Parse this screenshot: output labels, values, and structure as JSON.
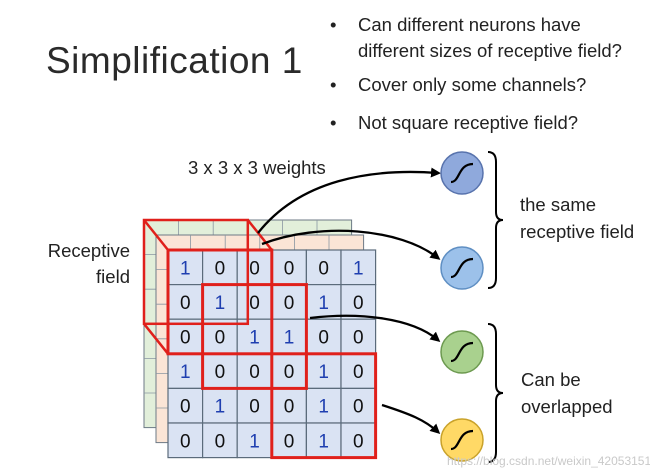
{
  "title": "Simplification 1",
  "bullets": [
    "Can different neurons have",
    "different sizes of receptive field?",
    "Cover only some channels?",
    "Not square receptive field?"
  ],
  "bullet_marker": "•",
  "weights_label": "3 x 3 x 3 weights",
  "receptive_label_1": "Receptive",
  "receptive_label_2": "field",
  "group1_label_1": "the same",
  "group1_label_2": "receptive field",
  "group2_label_1": "Can be",
  "group2_label_2": "overlapped",
  "watermark": "https://blog.csdn.net/weixin_42053151",
  "grid": [
    [
      "1",
      "0",
      "0",
      "0",
      "0",
      "1"
    ],
    [
      "0",
      "1",
      "0",
      "0",
      "1",
      "0"
    ],
    [
      "0",
      "0",
      "1",
      "1",
      "0",
      "0"
    ],
    [
      "1",
      "0",
      "0",
      "0",
      "1",
      "0"
    ],
    [
      "0",
      "1",
      "0",
      "0",
      "1",
      "0"
    ],
    [
      "0",
      "0",
      "1",
      "0",
      "1",
      "0"
    ]
  ],
  "neurons": [
    {
      "color": "#8fa9dc",
      "stroke": "#5873ad"
    },
    {
      "color": "#9cc1ea",
      "stroke": "#5f8fc3"
    },
    {
      "color": "#a9d18e",
      "stroke": "#6d9a50"
    },
    {
      "color": "#ffd966",
      "stroke": "#c9a22a"
    }
  ],
  "colors": {
    "grid_fill": "#dae3f3",
    "back_layer_green": "#e2efda",
    "back_layer_orange": "#fbe5d6",
    "red_box": "#e0201b",
    "one_color": "#1f3fb0",
    "zero_color": "#111111"
  }
}
